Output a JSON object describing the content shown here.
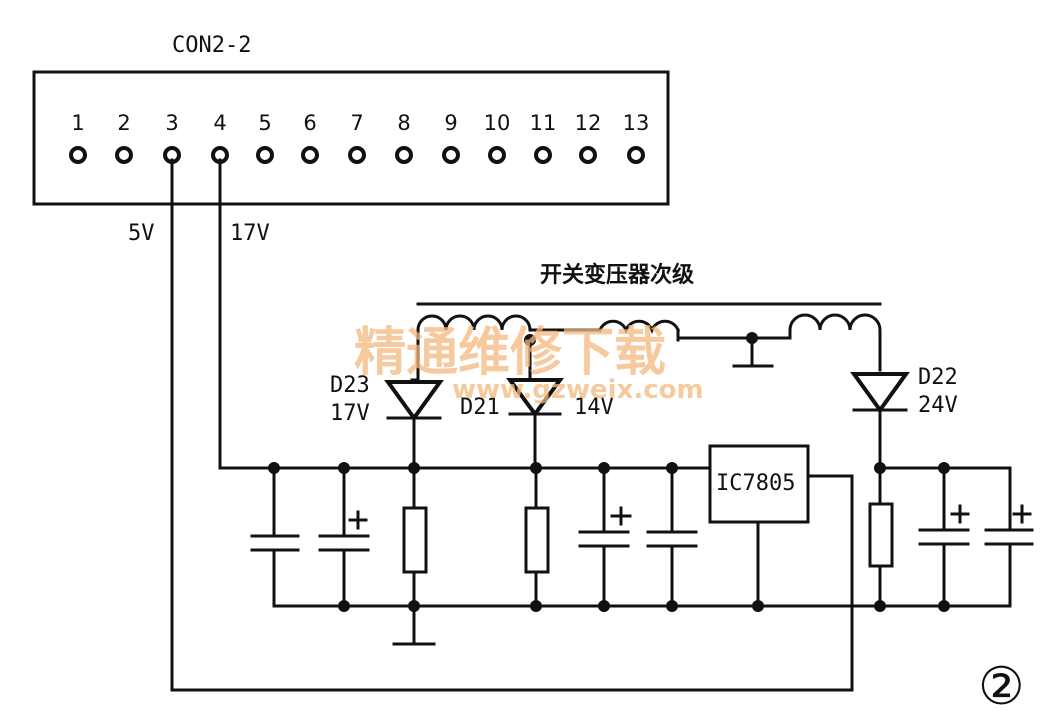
{
  "connector": {
    "name": "CON2-2",
    "pins": [
      "1",
      "2",
      "3",
      "4",
      "5",
      "6",
      "7",
      "8",
      "9",
      "10",
      "11",
      "12",
      "13"
    ]
  },
  "rails": {
    "v5": "5V",
    "v17": "17V"
  },
  "transformer_label": "开关变压器次级",
  "watermark": {
    "cn": "精通维修下载",
    "url": "www.gzweix.com"
  },
  "diodes": {
    "d23": {
      "name": "D23",
      "voltage": "17V"
    },
    "d21": {
      "name": "D21",
      "voltage": "14V"
    },
    "d22": {
      "name": "D22",
      "voltage": "24V"
    }
  },
  "ic": {
    "name": "IC7805"
  },
  "figure_mark": "②",
  "colors": {
    "ink": "#111111",
    "watermark": "#f3b97e"
  }
}
